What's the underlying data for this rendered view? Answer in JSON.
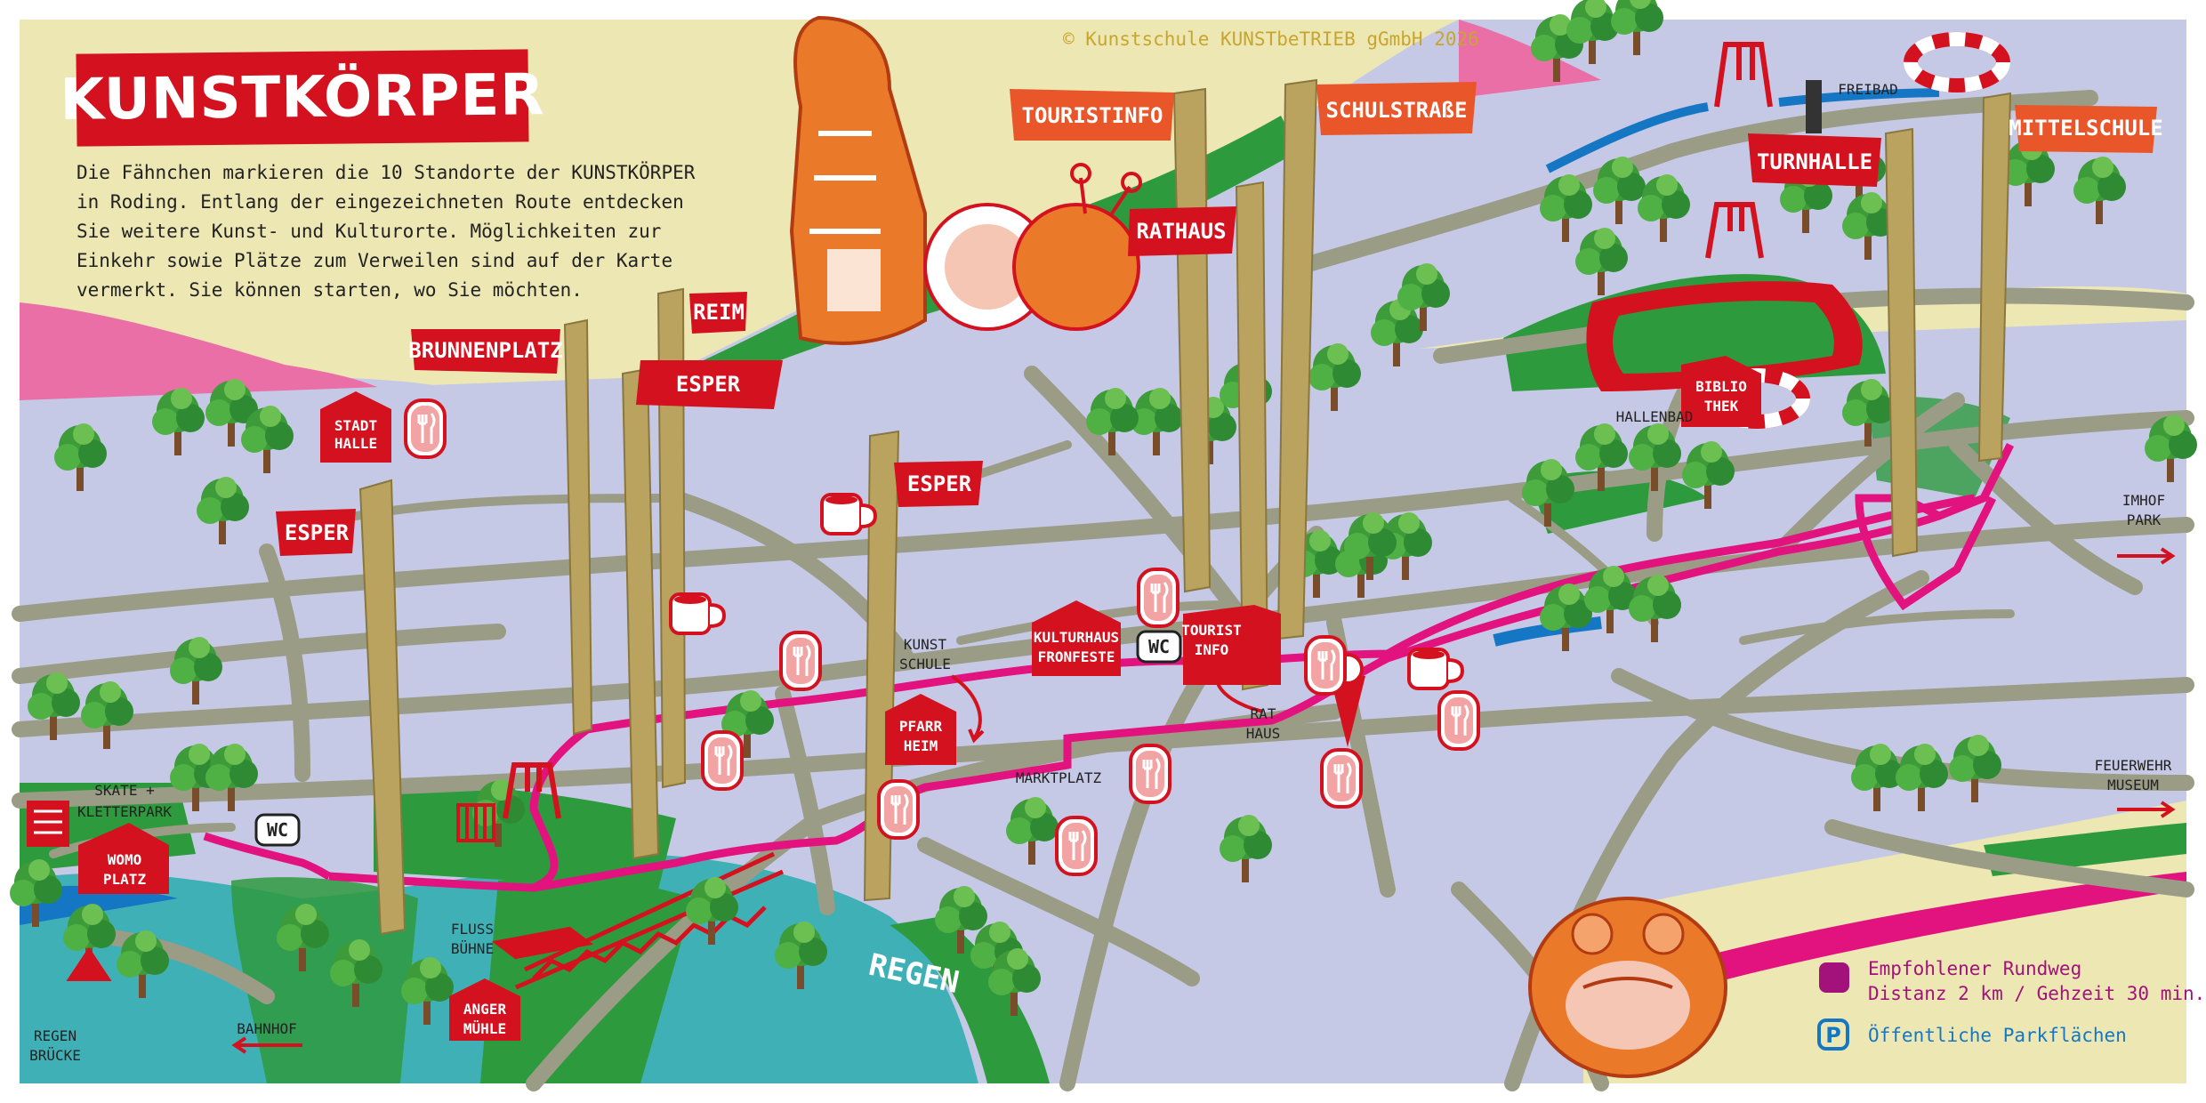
{
  "colors": {
    "paper": "#ede7b4",
    "land": "#c5c9e6",
    "road": "#9a9c85",
    "route": "#e2127f",
    "forest": "#2e9a3e",
    "pink": "#ea6fa7",
    "river": "#3fb1b6",
    "flag": "#d4121f",
    "flag_orange": "#e8562a",
    "pole": "#b9a35e",
    "legend_blue": "#1577c4"
  },
  "title": "KUNSTKÖRPER",
  "copyright": "© Kunstschule KUNSTbeTRIEB gGmbH 2026",
  "intro": "Die Fähnchen markieren die 10 Standorte der KUNSTKÖRPER in Roding. Entlang der eingezeichneten Route entdecken Sie weitere Kunst- und Kulturorte. Möglichkeiten zur Einkehr sowie Plätze zum Verweilen sind auf der Karte vermerkt. Sie können starten, wo Sie möchten.",
  "flags": {
    "touristinfo": "TOURISTINFO",
    "schulstrasse": "SCHULSTRAßE",
    "rathaus": "RATHAUS",
    "turnhalle": "TURNHALLE",
    "mittelschule": "MITTELSCHULE",
    "brunnenplatz": "BRUNNENPLATZ",
    "reim": "REIM",
    "esper_a": "ESPER",
    "esper_b": "ESPER",
    "esper_c": "ESPER"
  },
  "places": {
    "freibad": "FREIBAD",
    "hallenbad": "HALLENBAD",
    "biblio_1": "BIBLIO",
    "biblio_2": "THEK",
    "stadt_1": "STADT",
    "stadt_2": "HALLE",
    "imhof_1": "IMHOF",
    "imhof_2": "PARK",
    "feuerwehr_1": "FEUERWEHR",
    "feuerwehr_2": "MUSEUM",
    "kunst_1": "KUNST",
    "kunst_2": "SCHULE",
    "kulturhaus_1": "KULTURHAUS",
    "kulturhaus_2": "FRONFESTE",
    "tourist_1": "TOURIST",
    "tourist_2": "INFO",
    "rat_1": "RAT",
    "rat_2": "HAUS",
    "pfarr_1": "PFARR",
    "pfarr_2": "HEIM",
    "marktplatz": "MARKTPLATZ",
    "skate_1": "SKATE +",
    "skate_2": "KLETTERPARK",
    "womo_1": "WOMO",
    "womo_2": "PLATZ",
    "fluss_1": "FLUSS",
    "fluss_2": "BÜHNE",
    "regen_river": "REGEN",
    "regenbruecke_1": "REGEN",
    "regenbruecke_2": "BRÜCKE",
    "bahnhof": "BAHNHOF",
    "anger_1": "ANGER",
    "anger_2": "MÜHLE",
    "wc": "WC"
  },
  "legend": {
    "route_1": "Empfohlener Rundweg",
    "route_2": "Distanz 2 km / Gehzeit 30 min.",
    "parking_symbol": "P",
    "parking": "Öffentliche Parkflächen"
  },
  "icons": [
    "restaurant-icon",
    "cafe-icon",
    "wc-icon",
    "playground-icon",
    "ice-cream-icon",
    "parking-icon",
    "swim-ring-icon",
    "tree-icon",
    "sculpture-icon"
  ]
}
